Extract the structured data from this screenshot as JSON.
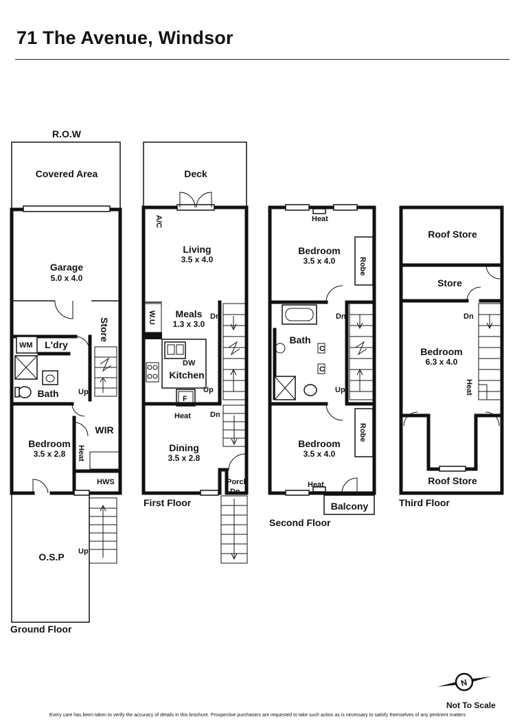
{
  "title": "71 The Avenue, Windsor",
  "floors": {
    "ground": "Ground Floor",
    "first": "First Floor",
    "second": "Second Floor",
    "third": "Third Floor"
  },
  "rooms": {
    "row": "R.O.W",
    "covered_area": "Covered Area",
    "garage": "Garage",
    "garage_dim": "5.0 x 4.0",
    "store_g": "Store",
    "wm": "WM",
    "ldry": "L'dry",
    "bath_g": "Bath",
    "up_g": "Up",
    "bedroom_g": "Bedroom",
    "bedroom_g_dim": "3.5 x 2.8",
    "wir": "WIR",
    "heat_g": "Heat",
    "hws": "HWS",
    "osp": "O.S.P",
    "up_osp": "Up",
    "deck": "Deck",
    "ac": "A/C",
    "living": "Living",
    "living_dim": "3.5 x 4.0",
    "meals": "Meals",
    "meals_dim": "1.3 x 3.0",
    "wu": "W.U",
    "dn_1": "Dn",
    "dw": "DW",
    "kitchen": "Kitchen",
    "f": "F",
    "up_1": "Up",
    "heat_1": "Heat",
    "dn_1b": "Dn",
    "dining": "Dining",
    "dining_dim": "3.5 x 2.8",
    "porch": "Porch",
    "dn_porch": "Dn",
    "heat_2a": "Heat",
    "bedroom_2a": "Bedroom",
    "bedroom_2a_dim": "3.5 x 4.0",
    "robe_2a": "Robe",
    "dn_2": "Dn",
    "bath_2": "Bath",
    "c1": "C",
    "c2": "C",
    "up_2": "Up",
    "bedroom_2b": "Bedroom",
    "bedroom_2b_dim": "3.5 x 4.0",
    "robe_2b": "Robe",
    "heat_2b": "Heat",
    "balcony": "Balcony",
    "roof_store_top": "Roof Store",
    "store_3": "Store",
    "dn_3": "Dn",
    "bedroom_3": "Bedroom",
    "bedroom_3_dim": "6.3 x 4.0",
    "heat_3": "Heat",
    "roof_store_bottom": "Roof Store"
  },
  "compass": "N",
  "not_to_scale": "Not To Scale",
  "disclaimer": "Every care has been taken to verify the accuracy of details in this brochure. Prospective purchasers are requested to take such action as is necessary to satisfy themselves of any pertinent matters"
}
